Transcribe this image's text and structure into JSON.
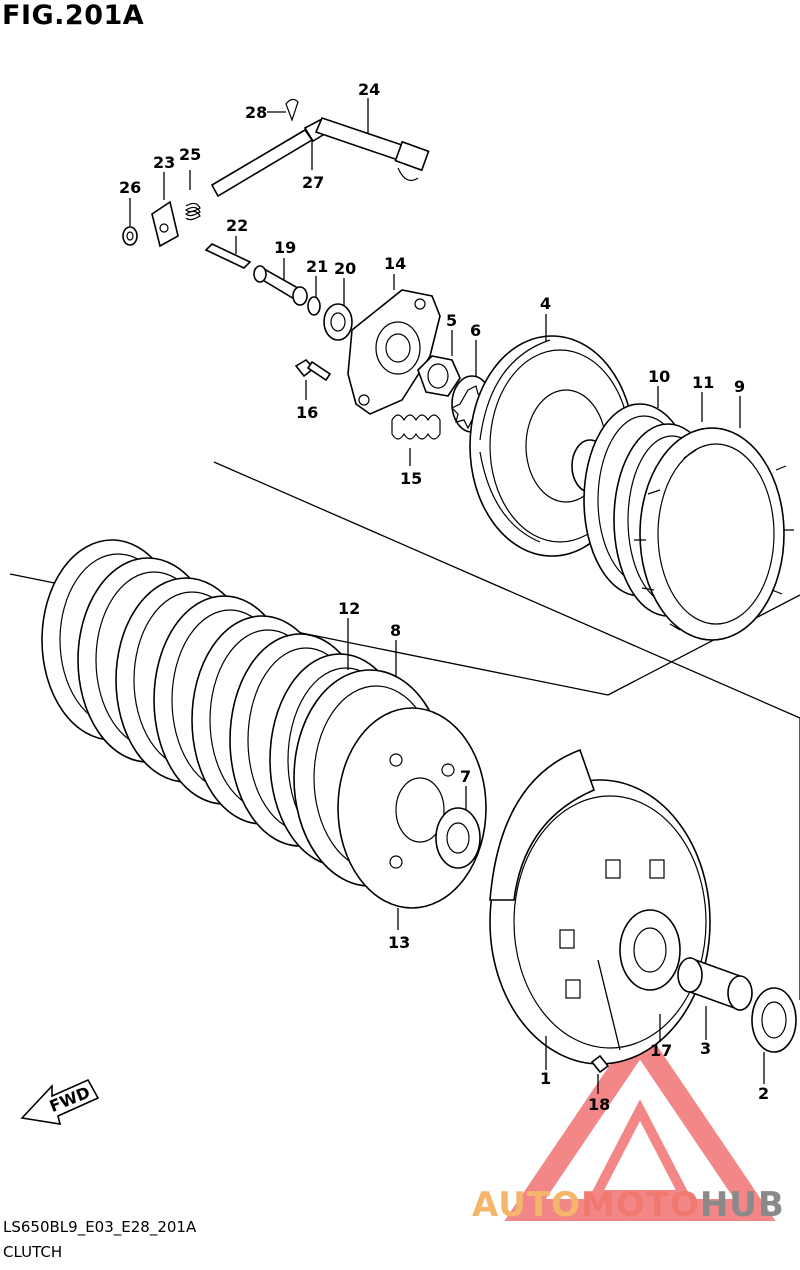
{
  "figure": {
    "title": "FIG.201A",
    "code": "LS650BL9_E03_E28_201A",
    "caption": "CLUTCH"
  },
  "fwd_label": "FWD",
  "watermark": {
    "part1": "AUTO",
    "part2": "MOTO",
    "part3": "HUB",
    "colors": {
      "part1": "#f5b56a",
      "part2": "#f07a70",
      "part3": "#8a8a8a",
      "logo": "#f06060"
    }
  },
  "callouts": [
    "1",
    "2",
    "3",
    "4",
    "5",
    "6",
    "7",
    "8",
    "9",
    "10",
    "11",
    "12",
    "13",
    "14",
    "15",
    "16",
    "17",
    "18",
    "19",
    "20",
    "21",
    "22",
    "23",
    "24",
    "25",
    "26",
    "27",
    "28"
  ]
}
